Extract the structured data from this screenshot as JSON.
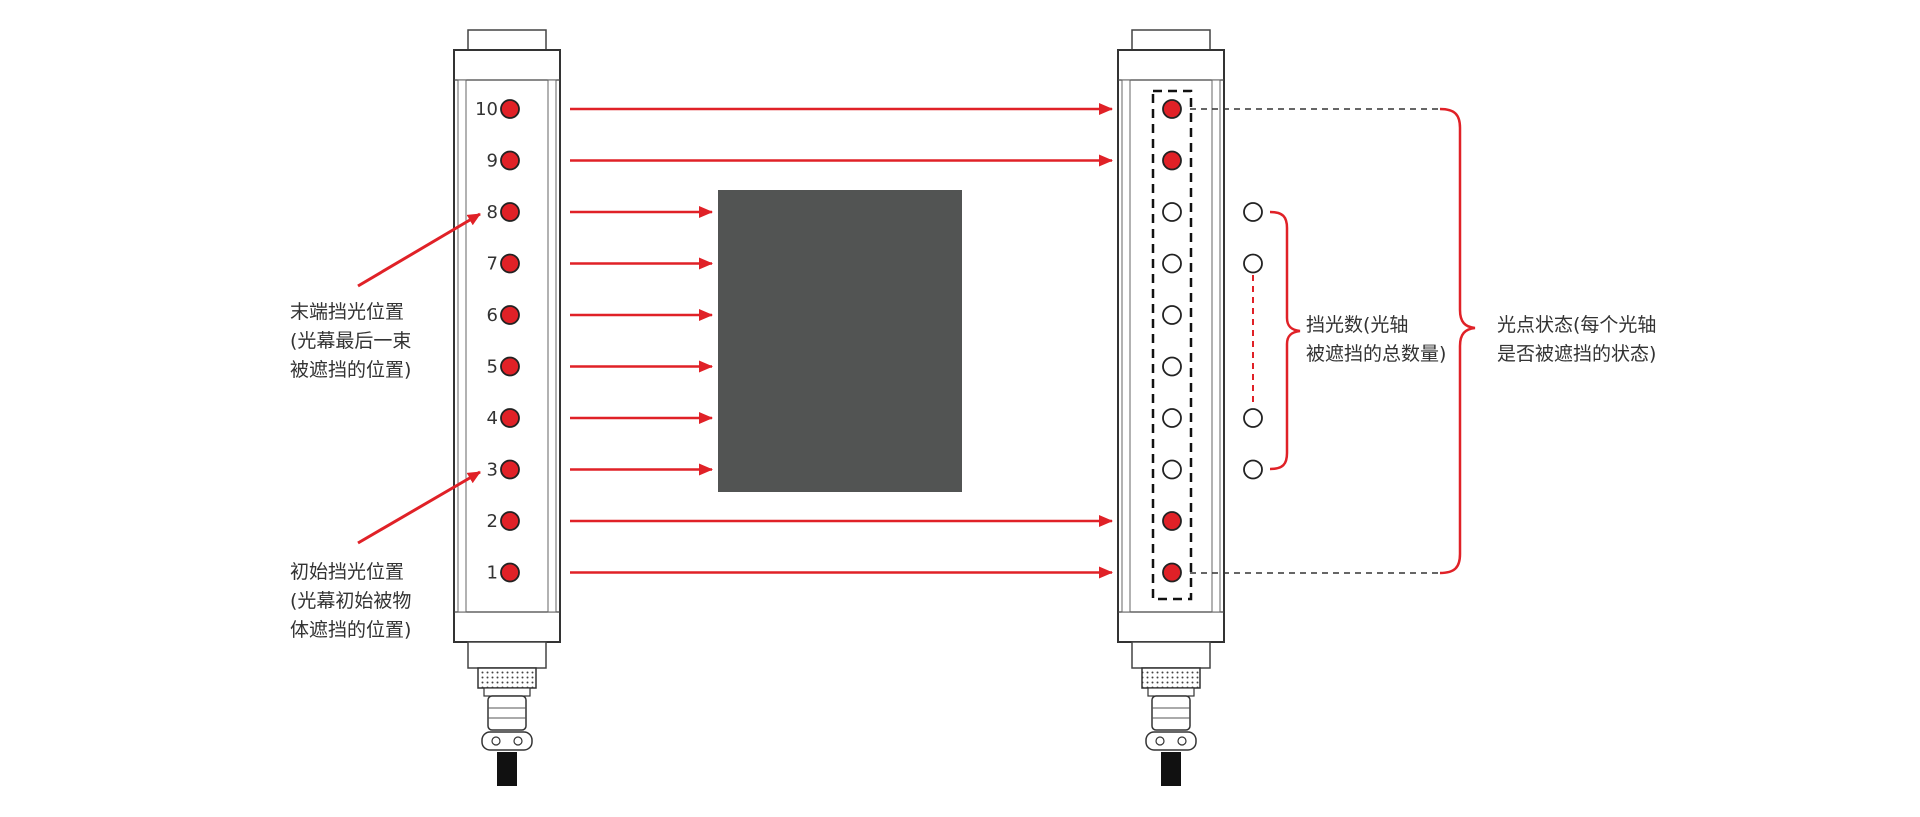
{
  "diagram": {
    "beam_numbers": [
      "10",
      "9",
      "8",
      "7",
      "6",
      "5",
      "4",
      "3",
      "2",
      "1"
    ],
    "blocked_beams": [
      "8",
      "7",
      "6",
      "5",
      "4",
      "3"
    ],
    "annotations": {
      "end_position": [
        "末端挡光位置",
        "(光幕最后一束",
        "被遮挡的位置)"
      ],
      "start_position": [
        "初始挡光位置",
        "(光幕初始被物",
        "体遮挡的位置)"
      ],
      "blocked_count": [
        "挡光数(光轴",
        "被遮挡的总数量)"
      ],
      "spot_status": [
        "光点状态(每个光轴",
        "是否被遮挡的状态)"
      ]
    },
    "colors": {
      "beam": "#e02127",
      "led_on": "#e02127",
      "obstacle": "#525453",
      "housing": "#3a3a3a",
      "text": "#333333"
    }
  }
}
